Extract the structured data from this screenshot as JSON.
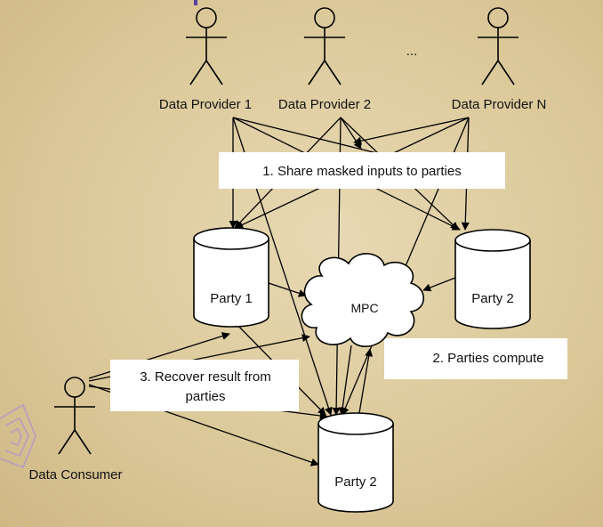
{
  "providers": [
    {
      "label": "Data Provider 1"
    },
    {
      "label": "Data Provider 2"
    },
    {
      "label": "Data Provider N"
    }
  ],
  "ellipsis": "...",
  "consumer": {
    "label": "Data Consumer"
  },
  "parties": [
    {
      "label": "Party 1"
    },
    {
      "label": "Party 2"
    },
    {
      "label": "Party 2"
    }
  ],
  "mpc": {
    "label": "MPC"
  },
  "steps": {
    "share": "1. Share masked inputs to parties",
    "compute": "2. Parties compute",
    "recover_line1": "3. Recover result from",
    "recover_line2": "parties"
  },
  "colors": {
    "accent": "#5b3fa0",
    "logo": "#b39ac4"
  }
}
